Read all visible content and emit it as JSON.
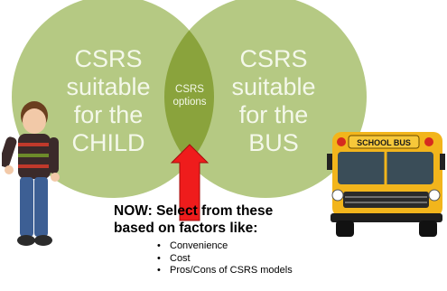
{
  "diagram": {
    "left_circle": {
      "lines": [
        "CSRS",
        "suitable",
        "for the",
        "CHILD"
      ],
      "color": "#b5c983"
    },
    "right_circle": {
      "lines": [
        "CSRS",
        "suitable",
        "for the",
        "BUS"
      ],
      "color": "#b5c983"
    },
    "overlap": {
      "lines": [
        "CSRS",
        "options"
      ],
      "color": "#8aa33c"
    },
    "arrow_color": "#ef1c1c"
  },
  "caption": {
    "lines": [
      "NOW: Select from these",
      "based on factors like:"
    ]
  },
  "factors": [
    "Convenience",
    "Cost",
    "Pros/Cons of CSRS models"
  ],
  "bus_sign": "SCHOOL BUS"
}
